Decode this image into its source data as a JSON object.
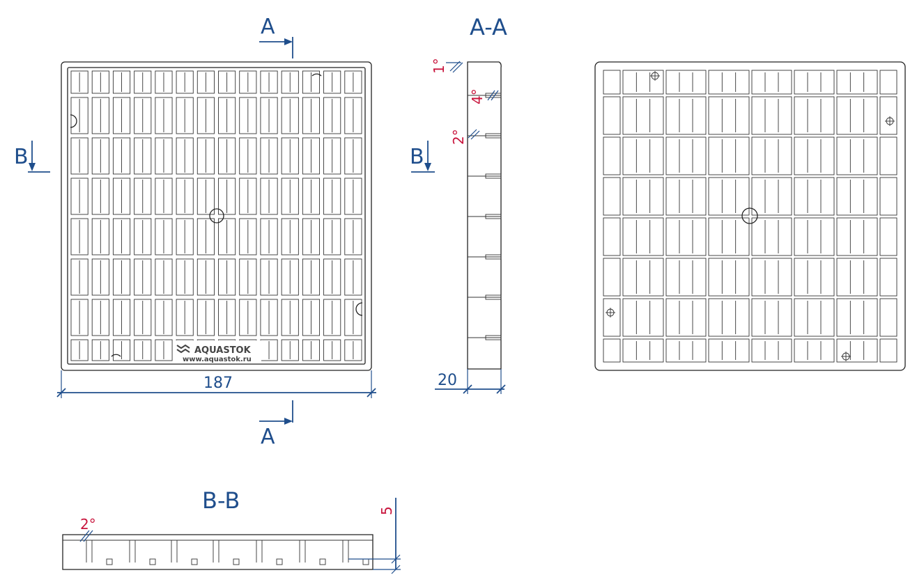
{
  "section_labels": {
    "cut_a_top": "A",
    "cut_a_bottom": "A",
    "cut_b_left": "B",
    "cut_b_section": "B",
    "section_a_title": "A-A",
    "section_b_title": "B-B"
  },
  "dimensions": {
    "width": "187",
    "height_side": "20",
    "depth_bb": "5"
  },
  "angles": {
    "top_edge": "1°",
    "rib_taper": "4°",
    "wall_taper": "2°",
    "bb_taper": "2°"
  },
  "brand": {
    "name": "AQUASTOK",
    "url": "www.aquastok.ru"
  },
  "colors": {
    "dimension_blue": "#1f4e8c",
    "angle_red": "#c8143c",
    "outline": "#222222"
  }
}
